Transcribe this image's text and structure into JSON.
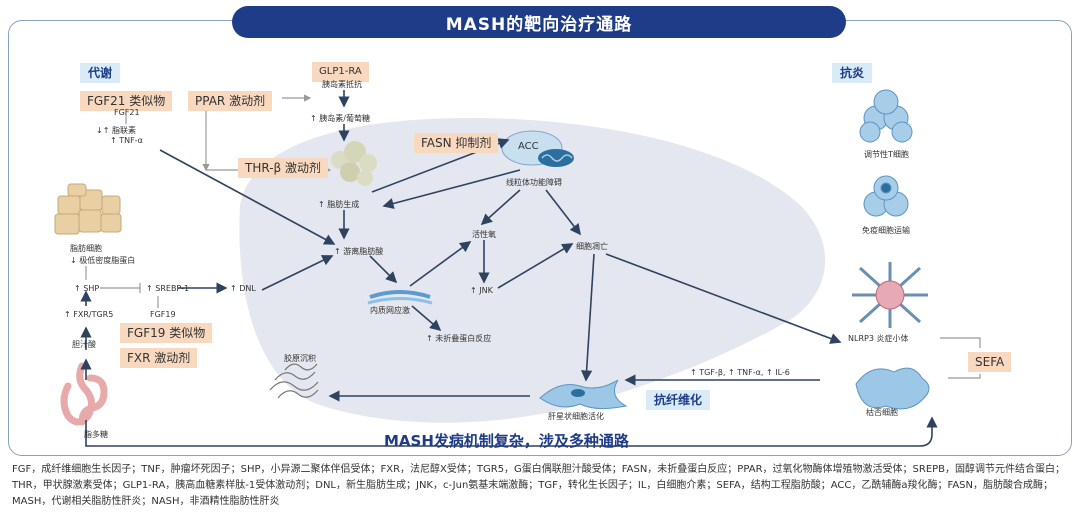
{
  "title": "MASH的靶向治疗通路",
  "sections": {
    "metabolism": "代谢",
    "anti_inflammation": "抗炎",
    "anti_fibrosis": "抗纤维化"
  },
  "drugs": {
    "fgf21": "FGF21 类似物",
    "ppar": "PPAR 激动剂",
    "glp1": "GLP1-RA",
    "thr_beta": "THR-β 激动剂",
    "fasn": "FASN 抑制剂",
    "fgf19": "FGF19 类似物",
    "fxr": "FXR 激动剂",
    "sefa": "SEFA"
  },
  "nodes": {
    "fgf21_small": "FGF21",
    "adiponectin": "↓↑ 脂联素",
    "tnf": "↑ TNF-α",
    "insulin_resistance": "胰岛素抵抗",
    "insulin_glucose": "↑ 胰岛素/葡萄糖",
    "lipogenesis": "↑ 脂肪生成",
    "acc": "ACC",
    "mito": "线粒体功能障碍",
    "ffa": "↑ 游离脂肪酸",
    "ros": "活性氧",
    "apoptosis": "细胞凋亡",
    "er_stress": "内质网应激",
    "jnk": "↑ JNK",
    "upr": "↑ 未折叠蛋白反应",
    "adipocyte": "脂肪细胞",
    "vldl": "↓ 极低密度脂蛋白",
    "shp": "↑ SHP",
    "srebp": "↑ SREBP-1",
    "dnl": "↑ DNL",
    "fgf19_small": "FGF19",
    "fxr_tgr5": "↑ FXR/TGR5",
    "bile_acid": "胆汁酸",
    "collagen": "胶原沉积",
    "hsc": "肝星状细胞活化",
    "cytokines": "↑ TGF-β, ↑ TNF-α, ↑ IL-6",
    "treg": "调节性T细胞",
    "immune": "免疫细胞运输",
    "nlrp3": "NLRP3 炎症小体",
    "kupffer": "枯否细胞",
    "polysaccharide": "脂多糖"
  },
  "bottom_title": "MASH发病机制复杂，涉及多种通路",
  "footnote": "FGF，成纤维细胞生长因子；TNF，肿瘤坏死因子；SHP，小异源二聚体伴侣受体；FXR，法尼醇X受体；TGR5，G蛋白偶联胆汁酸受体；FASN，未折叠蛋白反应；PPAR，过氧化物酶体增殖物激活受体；SREPB，固醇调节元件结合蛋白；THR，甲状腺激素受体；GLP1-RA，胰高血糖素样肽-1受体激动剂；DNL，新生脂肪生成；JNK，c-Jun氨基末端激酶；TGF，转化生长因子；IL，白细胞介素；SEFA，结构工程脂肪酸；ACC，乙酰辅酶a羧化酶；FASN，脂肪酸合成酶；MASH，代谢相关脂肪性肝炎；NASH，非酒精性脂肪性肝炎",
  "colors": {
    "navy": "#1f3c88",
    "orange_box": "#f8d9bf",
    "blue_box": "#d8ebf7",
    "liver": "#e3e6ee",
    "cell": "#9cc7e6"
  }
}
